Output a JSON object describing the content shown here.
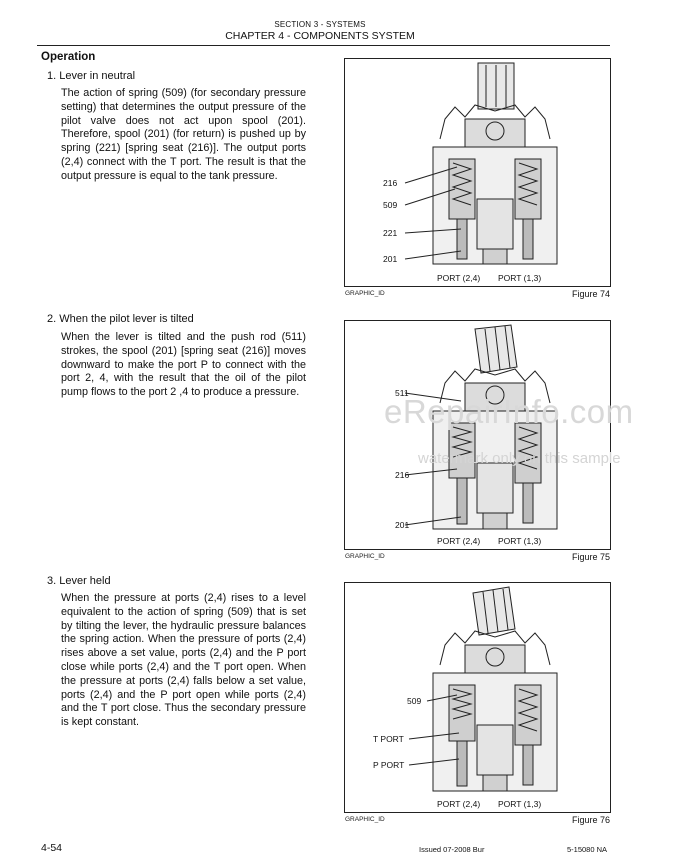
{
  "header": {
    "section": "SECTION 3 - SYSTEMS",
    "chapter": "CHAPTER 4 - COMPONENTS SYSTEM"
  },
  "heading": "Operation",
  "steps": [
    {
      "title": "1. Lever in neutral",
      "text": "The action of spring (509) (for secondary pressure setting) that determines the output pressure of the pilot valve does not act upon spool (201). Therefore, spool (201) (for return) is pushed up by spring (221) [spring seat (216)]. The output ports (2,4) connect with the T port. The result is that the output pressure is equal to the tank pressure."
    },
    {
      "title": "2. When the pilot lever is tilted",
      "text": "When the lever is tilted and the push rod (511) strokes, the spool (201) [spring seat (216)] moves downward to make the port P to connect with the port 2, 4, with the result that the oil of the pilot pump flows to the port 2 ,4 to produce a pressure."
    },
    {
      "title": "3. Lever held",
      "text": "When the pressure at ports (2,4) rises to a level equivalent to the action of spring (509) that is set by tilting the lever, the hydraulic pressure balances the spring action. When the pressure of ports (2,4) rises above a set value, ports (2,4) and the P port close while ports (2,4) and the T port open. When the pressure at ports (2,4) falls below a set value, ports (2,4) and the P port open while ports (2,4) and the T port close. Thus the secondary pressure is kept constant."
    }
  ],
  "figures": [
    {
      "caption": "Figure 74",
      "graphic_id": "GRAPHIC_ID",
      "labels": [
        "216",
        "509",
        "221",
        "201"
      ],
      "ports": [
        "PORT (2,4)",
        "PORT (1,3)"
      ]
    },
    {
      "caption": "Figure 75",
      "graphic_id": "GRAPHIC_ID",
      "labels": [
        "511",
        "216",
        "201"
      ],
      "ports": [
        "PORT (2,4)",
        "PORT (1,3)"
      ]
    },
    {
      "caption": "Figure 76",
      "graphic_id": "GRAPHIC_ID",
      "labels": [
        "509",
        "T PORT",
        "P PORT"
      ],
      "ports": [
        "PORT (2,4)",
        "PORT (1,3)"
      ]
    }
  ],
  "watermark": {
    "main": "eRepairInfo.com",
    "sub": "watermark only on this sample"
  },
  "footer": {
    "page": "4-54",
    "issued": "Issued 07-2008   Bur",
    "code": "5-15080 NA"
  }
}
